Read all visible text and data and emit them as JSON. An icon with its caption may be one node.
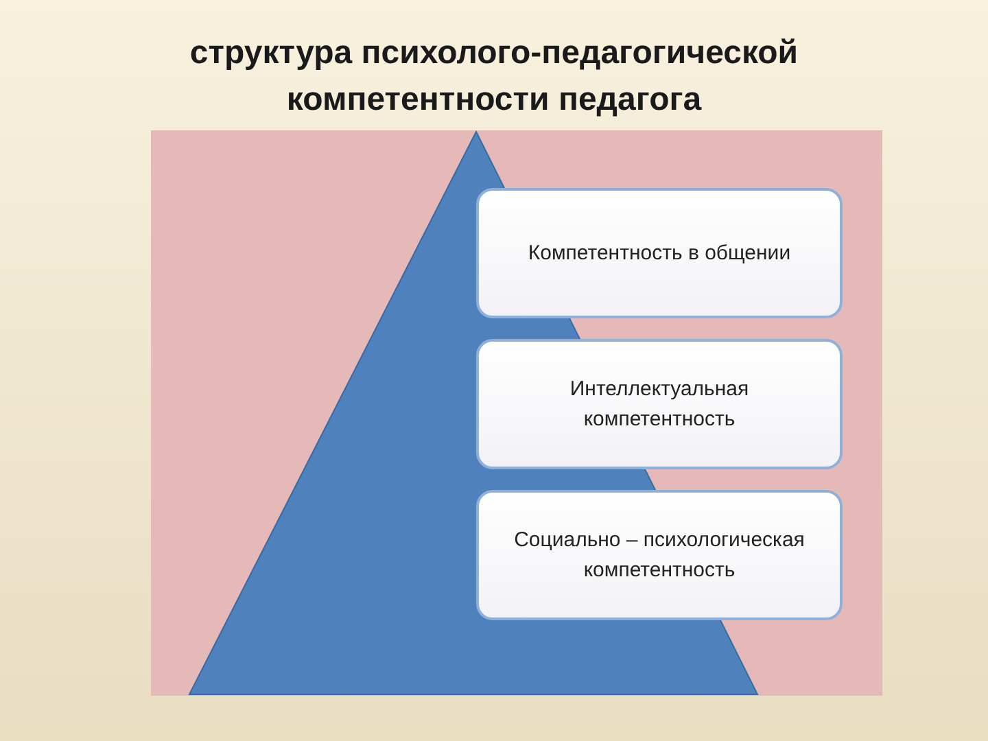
{
  "diagram": {
    "title": "структура психолого-педагогической компетентности педагога",
    "nodes": [
      {
        "text": [
          "Компетентность в общении"
        ]
      },
      {
        "text": [
          "Интеллектуальная компетентность"
        ]
      },
      {
        "text": [
          "Социально – психологическая компетентность"
        ]
      }
    ]
  }
}
